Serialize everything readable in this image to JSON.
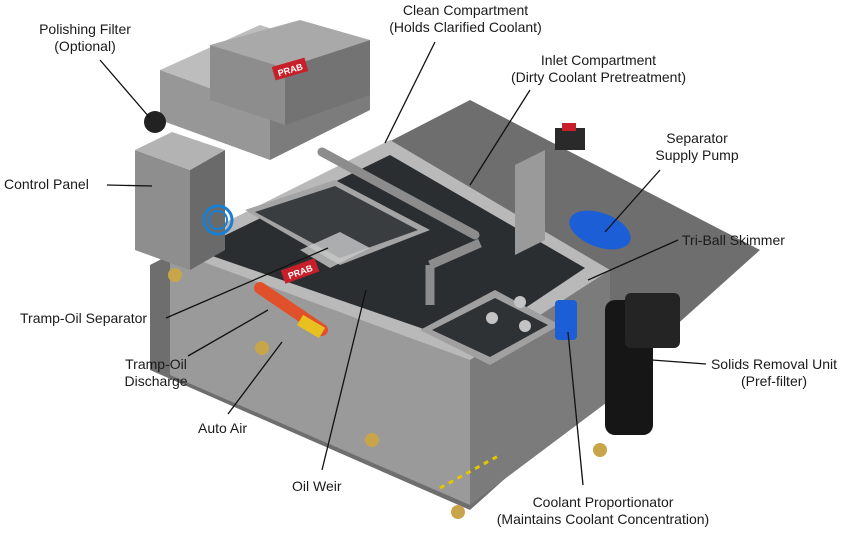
{
  "brand": {
    "logo_text": "PRAB",
    "logo_color": "#c8202a"
  },
  "colors": {
    "steel": "#8f8f8f",
    "steel_dark": "#5e5e5e",
    "tank_interior": "#2b2e30",
    "blue_motor": "#1c5ed6",
    "brass": "#c9a54a",
    "filter_black": "#161616",
    "leader_line": "#111111"
  },
  "labels": {
    "polishing_filter": {
      "line1": "Polishing Filter",
      "line2": "(Optional)"
    },
    "clean_compartment": {
      "line1": "Clean Compartment",
      "line2": "(Holds Clarified Coolant)"
    },
    "inlet_compartment": {
      "line1": "Inlet Compartment",
      "line2": "(Dirty Coolant Pretreatment)"
    },
    "separator_supply_pump": {
      "line1": "Separator",
      "line2": "Supply Pump"
    },
    "control_panel": {
      "line1": "Control Panel"
    },
    "tri_ball_skimmer": {
      "line1": "Tri-Ball Skimmer"
    },
    "tramp_oil_separator": {
      "line1": "Tramp-Oil Separator"
    },
    "tramp_oil_discharge": {
      "line1": "Tramp-Oil",
      "line2": "Discharge"
    },
    "solids_removal_unit": {
      "line1": "Solids Removal Unit",
      "line2": "(Pref-filter)"
    },
    "auto_air": {
      "line1": "Auto Air"
    },
    "oil_weir": {
      "line1": "Oil Weir"
    },
    "coolant_proportionator": {
      "line1": "Coolant Proportionator",
      "line2": "(Maintains Coolant Concentration)"
    }
  }
}
